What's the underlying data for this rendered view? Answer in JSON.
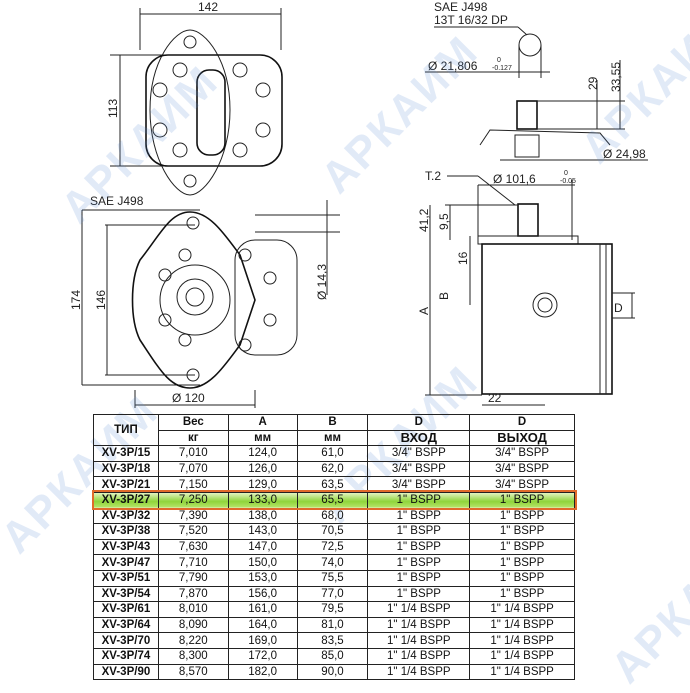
{
  "watermark": "АРКАИМ",
  "accent_colors": {
    "highlight_fill": "#8fd43a",
    "highlight_border": "#e06a2a",
    "watermark": "#5a8cd2"
  },
  "drawing": {
    "top_view": {
      "width": "142",
      "height": "113"
    },
    "front_view": {
      "standard": "SAE J498",
      "height_total": "174",
      "hole_spacing": "146",
      "hole_dia": "Ø 14,3",
      "pilot_dia": "Ø 120"
    },
    "shaft_detail": {
      "standard": "SAE J498",
      "spline": "13T 16/32 DP",
      "spline_dia": "Ø 21,806",
      "spline_tol_upper": "0",
      "spline_tol_lower": "-0.127",
      "length_29": "29",
      "length_3355": "33,55",
      "bore_dia": "Ø 24,98"
    },
    "side_view": {
      "thread": "T.2",
      "pilot_dia": "Ø 101,6",
      "pilot_tol_upper": "0",
      "pilot_tol_lower": "-0.05",
      "dim_412": "41,2",
      "dim_95": "9,5",
      "dim_16": "16",
      "dim_A": "A",
      "dim_B": "B",
      "dim_D": "D",
      "dim_22": "22"
    }
  },
  "table": {
    "headers_top": [
      "ТИП",
      "Вес",
      "A",
      "B",
      "D",
      "D"
    ],
    "headers_sub": [
      "кг",
      "мм",
      "мм",
      "ВХОД",
      "ВЫХОД"
    ],
    "highlighted_row": 3,
    "rows": [
      [
        "XV-3P/15",
        "7,010",
        "124,0",
        "61,0",
        "3/4\" BSPP",
        "3/4\" BSPP"
      ],
      [
        "XV-3P/18",
        "7,070",
        "126,0",
        "62,0",
        "3/4\" BSPP",
        "3/4\" BSPP"
      ],
      [
        "XV-3P/21",
        "7,150",
        "129,0",
        "63,5",
        "3/4\" BSPP",
        "3/4\" BSPP"
      ],
      [
        "XV-3P/27",
        "7,250",
        "133,0",
        "65,5",
        "1\" BSPP",
        "1\" BSPP"
      ],
      [
        "XV-3P/32",
        "7,390",
        "138,0",
        "68,0",
        "1\" BSPP",
        "1\" BSPP"
      ],
      [
        "XV-3P/38",
        "7,520",
        "143,0",
        "70,5",
        "1\" BSPP",
        "1\" BSPP"
      ],
      [
        "XV-3P/43",
        "7,630",
        "147,0",
        "72,5",
        "1\" BSPP",
        "1\" BSPP"
      ],
      [
        "XV-3P/47",
        "7,710",
        "150,0",
        "74,0",
        "1\" BSPP",
        "1\" BSPP"
      ],
      [
        "XV-3P/51",
        "7,790",
        "153,0",
        "75,5",
        "1\" BSPP",
        "1\" BSPP"
      ],
      [
        "XV-3P/54",
        "7,870",
        "156,0",
        "77,0",
        "1\" BSPP",
        "1\" BSPP"
      ],
      [
        "XV-3P/61",
        "8,010",
        "161,0",
        "79,5",
        "1\" 1/4 BSPP",
        "1\" 1/4 BSPP"
      ],
      [
        "XV-3P/64",
        "8,090",
        "164,0",
        "81,0",
        "1\" 1/4 BSPP",
        "1\" 1/4 BSPP"
      ],
      [
        "XV-3P/70",
        "8,220",
        "169,0",
        "83,5",
        "1\" 1/4 BSPP",
        "1\" 1/4 BSPP"
      ],
      [
        "XV-3P/74",
        "8,300",
        "172,0",
        "85,0",
        "1\" 1/4 BSPP",
        "1\" 1/4 BSPP"
      ],
      [
        "XV-3P/90",
        "8,570",
        "182,0",
        "90,0",
        "1\" 1/4 BSPP",
        "1\" 1/4 BSPP"
      ]
    ]
  }
}
